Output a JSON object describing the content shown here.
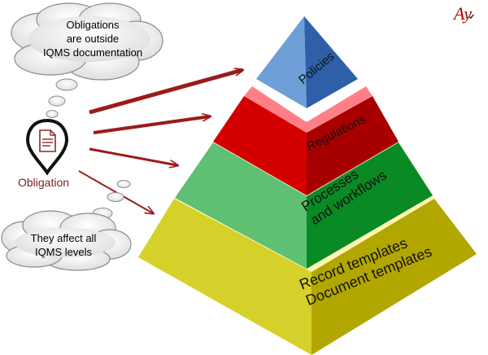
{
  "logo": {
    "text": "Ay",
    "check_glyph": "✔",
    "color": "#b00000"
  },
  "clouds": {
    "top": {
      "line1": "Obligations",
      "line2": "are outside",
      "line3": "IQMS documentation"
    },
    "bottom": {
      "line1": "They affect all",
      "line2": "IQMS levels"
    }
  },
  "obligation": {
    "label": "Obligation",
    "icon": "document-pin-icon"
  },
  "pyramid": {
    "levels": [
      {
        "name": "Policies",
        "front_color": "#6f9fd8",
        "side_color": "#2e5fa8"
      },
      {
        "name": "Regulations",
        "front_color": "#d40000",
        "side_color": "#a80000",
        "rim_color": "#ff7f86"
      },
      {
        "name": "Processes and workflows",
        "line1": "Processes",
        "line2": "and workflows",
        "front_color": "#5fbf72",
        "side_color": "#0a8a24",
        "rim_color": "#c9f3c9"
      },
      {
        "name": "Record templates / Document templates",
        "line1": "Record templates",
        "line2": "Document templates",
        "front_color": "#d6d12a",
        "side_color": "#b2a700",
        "rim_color": "#fff6b0"
      }
    ]
  },
  "colors": {
    "arrow": "#9b1b1b",
    "cloud_fill": "#efefef",
    "cloud_stroke": "#8c8c8c"
  }
}
